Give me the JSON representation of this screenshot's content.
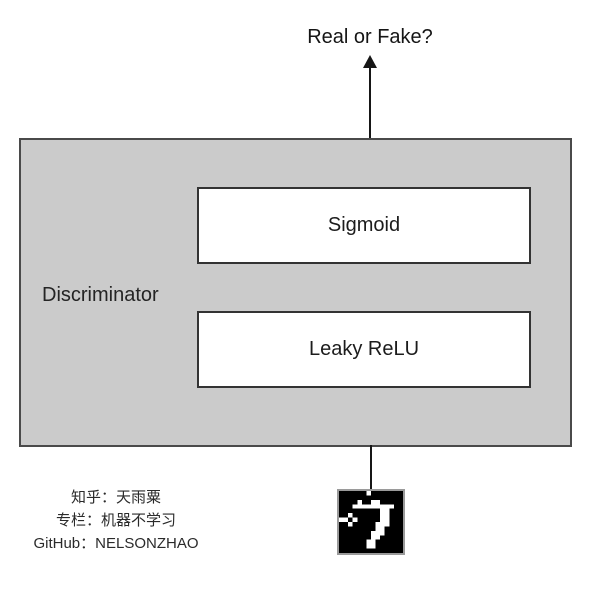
{
  "diagram": {
    "output_label": "Real or Fake?",
    "container": {
      "label": "Discriminator",
      "fill_color": "#cbcbcb",
      "border_color": "#4a4a4a"
    },
    "layers": [
      {
        "label": "Sigmoid"
      },
      {
        "label": "Leaky ReLU"
      }
    ],
    "arrows": [
      {
        "name": "output-arrow",
        "direction": "up",
        "from": "discriminator",
        "to": "output-label"
      },
      {
        "name": "input-line",
        "direction": "up",
        "from": "input-digit",
        "to": "discriminator"
      }
    ],
    "input_digit": {
      "label": "7",
      "style": "mnist-pixelated",
      "background": "#000000",
      "foreground": "#ffffff",
      "pixels": [
        "......#.......",
        "..............",
        "....#..##.....",
        "...#########..",
        ".........##...",
        "..#......##...",
        "##.#.....##...",
        "..#.....###...",
        "........##....",
        ".......###....",
        ".......##.....",
        "......##......",
        "......##......",
        ".............."
      ]
    }
  },
  "watermark": {
    "lines": [
      "知乎：天雨粟",
      "专栏：机器不学习",
      "GitHub：NELSONZHAO"
    ]
  },
  "colors": {
    "background": "#ffffff",
    "box_fill": "#cbcbcb",
    "box_border": "#4a4a4a",
    "layer_fill": "#ffffff",
    "layer_border": "#333333",
    "line": "#161616",
    "text": "#1c1c1c"
  }
}
